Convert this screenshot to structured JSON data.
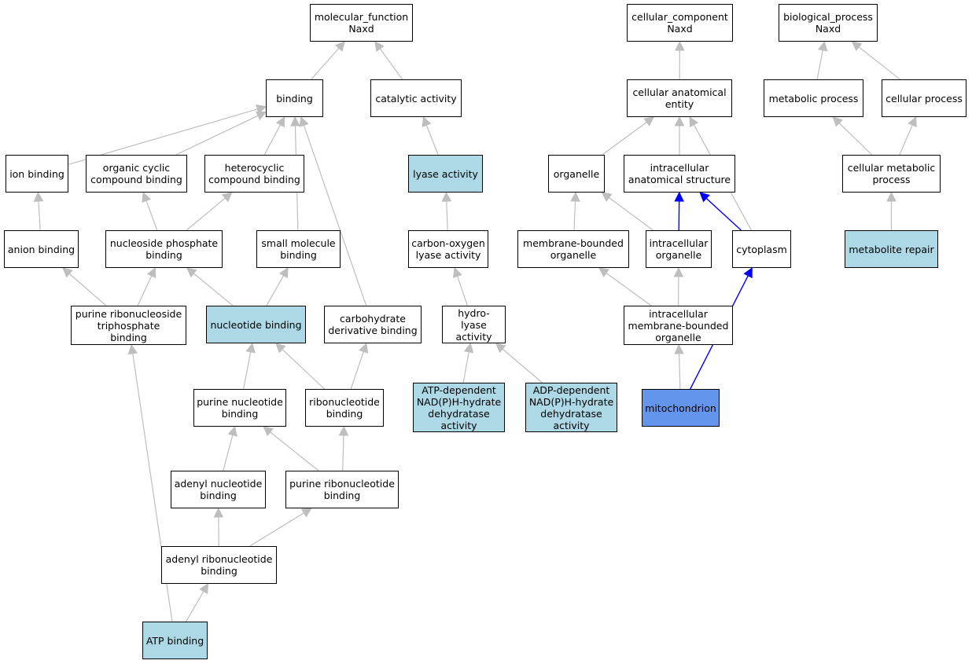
{
  "colors": {
    "edge": "#bebebe",
    "highlight_edge": "#0000ff",
    "annotated": "#add8e6",
    "selected": "#6495ed",
    "default": "#ffffff"
  },
  "nodes": [
    {
      "id": "mf",
      "label": "molecular_function\nNaxd",
      "status": "default"
    },
    {
      "id": "cc",
      "label": "cellular_component\nNaxd",
      "status": "default"
    },
    {
      "id": "bp",
      "label": "biological_process\nNaxd",
      "status": "default"
    },
    {
      "id": "binding",
      "label": "binding",
      "status": "default"
    },
    {
      "id": "catalytic",
      "label": "catalytic activity",
      "status": "default"
    },
    {
      "id": "cae",
      "label": "cellular anatomical\nentity",
      "status": "default"
    },
    {
      "id": "metab",
      "label": "metabolic process",
      "status": "default"
    },
    {
      "id": "cellproc",
      "label": "cellular process",
      "status": "default"
    },
    {
      "id": "ionb",
      "label": "ion binding",
      "status": "default"
    },
    {
      "id": "occb",
      "label": "organic cyclic\ncompound binding",
      "status": "default"
    },
    {
      "id": "hetb",
      "label": "heterocyclic\ncompound binding",
      "status": "default"
    },
    {
      "id": "lyase",
      "label": "lyase activity",
      "status": "annotated"
    },
    {
      "id": "organelle",
      "label": "organelle",
      "status": "default"
    },
    {
      "id": "ias",
      "label": "intracellular\nanatomical structure",
      "status": "default"
    },
    {
      "id": "cmp",
      "label": "cellular metabolic\nprocess",
      "status": "default"
    },
    {
      "id": "anionb",
      "label": "anion binding",
      "status": "default"
    },
    {
      "id": "npb",
      "label": "nucleoside phosphate\nbinding",
      "status": "default"
    },
    {
      "id": "smb",
      "label": "small molecule\nbinding",
      "status": "default"
    },
    {
      "id": "col",
      "label": "carbon-oxygen\nlyase activity",
      "status": "default"
    },
    {
      "id": "mbo",
      "label": "membrane-bounded\norganelle",
      "status": "default"
    },
    {
      "id": "io",
      "label": "intracellular\norganelle",
      "status": "default"
    },
    {
      "id": "cyto",
      "label": "cytoplasm",
      "status": "default"
    },
    {
      "id": "mrep",
      "label": "metabolite repair",
      "status": "annotated"
    },
    {
      "id": "prtb",
      "label": "purine ribonucleoside\ntriphosphate\nbinding",
      "status": "default"
    },
    {
      "id": "nucb",
      "label": "nucleotide binding",
      "status": "annotated"
    },
    {
      "id": "cdb",
      "label": "carbohydrate\nderivative binding",
      "status": "default"
    },
    {
      "id": "hl",
      "label": "hydro-lyase\nactivity",
      "status": "default"
    },
    {
      "id": "imbo",
      "label": "intracellular\nmembrane-bounded\norganelle",
      "status": "default"
    },
    {
      "id": "pnb",
      "label": "purine nucleotide\nbinding",
      "status": "default"
    },
    {
      "id": "rnb",
      "label": "ribonucleotide\nbinding",
      "status": "default"
    },
    {
      "id": "atpdep",
      "label": "ATP-dependent\nNAD(P)H-hydrate\ndehydratase\nactivity",
      "status": "annotated"
    },
    {
      "id": "adpdep",
      "label": "ADP-dependent\nNAD(P)H-hydrate\ndehydratase\nactivity",
      "status": "annotated"
    },
    {
      "id": "mito",
      "label": "mitochondrion",
      "status": "selected"
    },
    {
      "id": "anb",
      "label": "adenyl nucleotide\nbinding",
      "status": "default"
    },
    {
      "id": "prnb",
      "label": "purine ribonucleotide\nbinding",
      "status": "default"
    },
    {
      "id": "arnb",
      "label": "adenyl ribonucleotide\nbinding",
      "status": "default"
    },
    {
      "id": "atpb",
      "label": "ATP binding",
      "status": "annotated"
    }
  ],
  "edges": [
    {
      "from": "binding",
      "to": "mf"
    },
    {
      "from": "catalytic",
      "to": "mf"
    },
    {
      "from": "ionb",
      "to": "binding"
    },
    {
      "from": "occb",
      "to": "binding"
    },
    {
      "from": "hetb",
      "to": "binding"
    },
    {
      "from": "smb",
      "to": "binding"
    },
    {
      "from": "cdb",
      "to": "binding"
    },
    {
      "from": "lyase",
      "to": "catalytic"
    },
    {
      "from": "col",
      "to": "lyase"
    },
    {
      "from": "hl",
      "to": "col"
    },
    {
      "from": "atpdep",
      "to": "hl"
    },
    {
      "from": "adpdep",
      "to": "hl"
    },
    {
      "from": "anionb",
      "to": "ionb"
    },
    {
      "from": "npb",
      "to": "occb"
    },
    {
      "from": "npb",
      "to": "hetb"
    },
    {
      "from": "prtb",
      "to": "anionb"
    },
    {
      "from": "prtb",
      "to": "npb"
    },
    {
      "from": "nucb",
      "to": "npb"
    },
    {
      "from": "nucb",
      "to": "smb"
    },
    {
      "from": "pnb",
      "to": "nucb"
    },
    {
      "from": "rnb",
      "to": "nucb"
    },
    {
      "from": "rnb",
      "to": "cdb"
    },
    {
      "from": "anb",
      "to": "pnb"
    },
    {
      "from": "prnb",
      "to": "pnb"
    },
    {
      "from": "prnb",
      "to": "rnb"
    },
    {
      "from": "arnb",
      "to": "anb"
    },
    {
      "from": "arnb",
      "to": "prnb"
    },
    {
      "from": "atpb",
      "to": "arnb"
    },
    {
      "from": "atpb",
      "to": "prtb"
    },
    {
      "from": "cae",
      "to": "cc"
    },
    {
      "from": "organelle",
      "to": "cae"
    },
    {
      "from": "ias",
      "to": "cae"
    },
    {
      "from": "cyto",
      "to": "cae"
    },
    {
      "from": "mbo",
      "to": "organelle"
    },
    {
      "from": "io",
      "to": "organelle"
    },
    {
      "from": "io",
      "to": "ias",
      "highlight": true
    },
    {
      "from": "cyto",
      "to": "ias",
      "highlight": true
    },
    {
      "from": "imbo",
      "to": "mbo"
    },
    {
      "from": "imbo",
      "to": "io"
    },
    {
      "from": "mito",
      "to": "imbo"
    },
    {
      "from": "mito",
      "to": "cyto",
      "highlight": true
    },
    {
      "from": "metab",
      "to": "bp"
    },
    {
      "from": "cellproc",
      "to": "bp"
    },
    {
      "from": "cmp",
      "to": "metab"
    },
    {
      "from": "cmp",
      "to": "cellproc"
    },
    {
      "from": "mrep",
      "to": "cmp"
    }
  ]
}
